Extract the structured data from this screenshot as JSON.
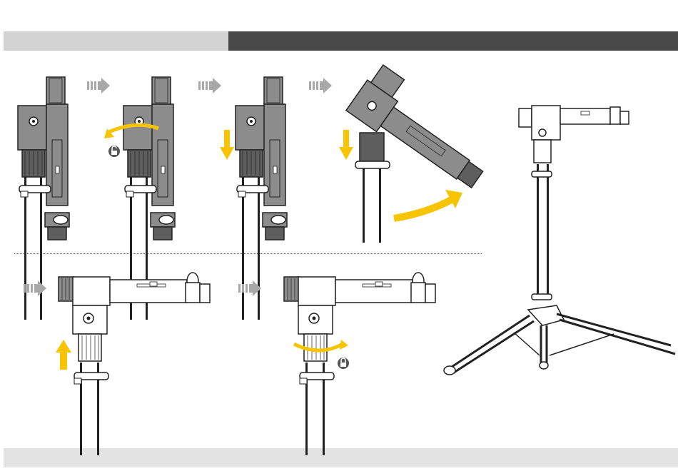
{
  "colors": {
    "header_light": "#d2d2d2",
    "header_dark": "#494949",
    "footer": "#e3e3e3",
    "arrow_gray": "#a8a8a8",
    "accent_yellow": "#f6c400",
    "clamp_gray": "#8c8c8c",
    "lock_icon": "#555555"
  },
  "icons": {
    "step_arrow": "step-arrow-icon",
    "unlock": "unlock-icon",
    "lock": "lock-icon",
    "rotate": "rotate-arrow-icon",
    "down": "down-arrow-icon",
    "up": "up-arrow-icon",
    "swing": "swing-arrow-icon"
  },
  "steps": [
    {
      "id": 1,
      "clamp_state": "folded"
    },
    {
      "id": 2,
      "clamp_state": "folded",
      "action": "unlock"
    },
    {
      "id": 3,
      "clamp_state": "folded",
      "action": "slide-down"
    },
    {
      "id": 4,
      "clamp_state": "rotating",
      "action": "swing-up"
    },
    {
      "id": 5,
      "clamp_state": "horizontal",
      "action": "slide-up"
    },
    {
      "id": 6,
      "clamp_state": "horizontal",
      "action": "lock"
    }
  ]
}
